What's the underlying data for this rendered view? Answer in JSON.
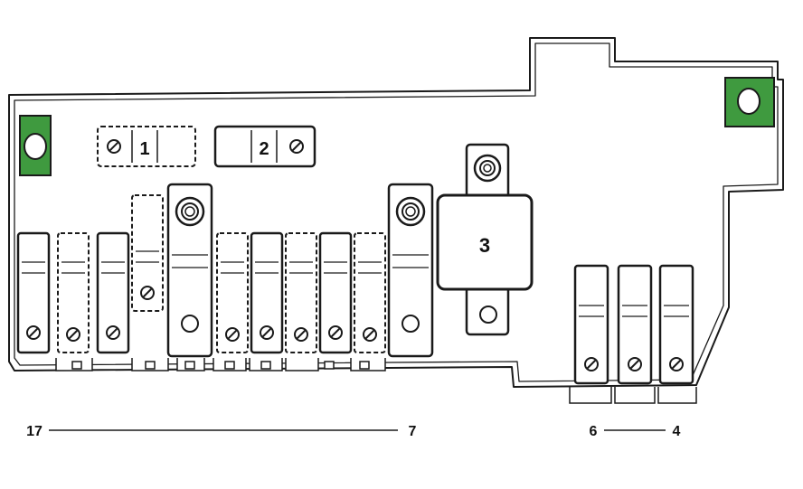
{
  "diagram": {
    "fuse_labels": {
      "fuse_1": "1",
      "fuse_2": "2",
      "fuse_3": "3"
    },
    "range_labels": {
      "left_start": "17",
      "left_end": "7",
      "right_start": "6",
      "right_end": "4"
    },
    "colors": {
      "outline": "#1a1a1a",
      "mount_tab": "#3f9a3f",
      "background": "#ffffff"
    },
    "icons": {
      "mount_tab": "mounting-tab-icon",
      "screw": "screw-icon",
      "bolt": "bolt-terminal-icon"
    }
  }
}
